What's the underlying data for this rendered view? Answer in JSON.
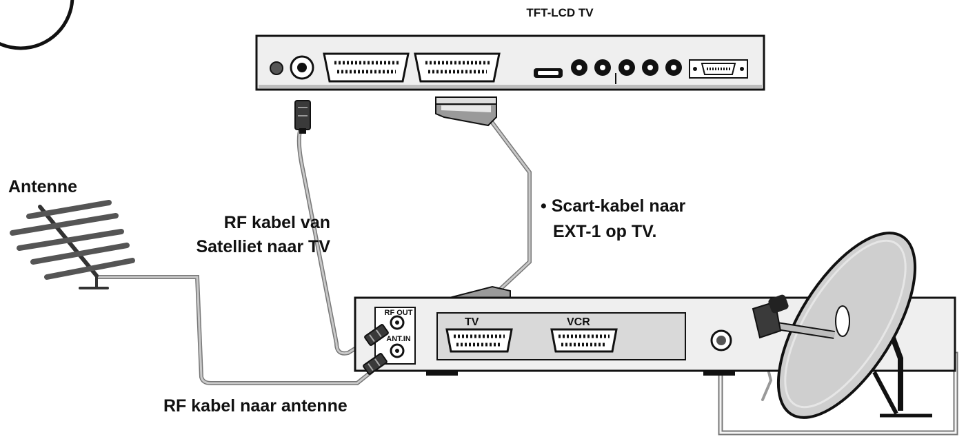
{
  "tv": {
    "title": "TFT-LCD TV"
  },
  "antenna": {
    "label": "Antenne"
  },
  "cables": {
    "rf_sat_to_tv_line1": "RF kabel van",
    "rf_sat_to_tv_line2": "Satelliet naar TV",
    "scart_line1": "• Scart-kabel naar",
    "scart_line2": "EXT-1 op TV.",
    "rf_to_antenna": "RF kabel naar antenne"
  },
  "receiver": {
    "rf_out": "RF OUT",
    "ant_in": "ANT.IN",
    "scart_tv": "TV",
    "scart_vcr": "VCR"
  }
}
